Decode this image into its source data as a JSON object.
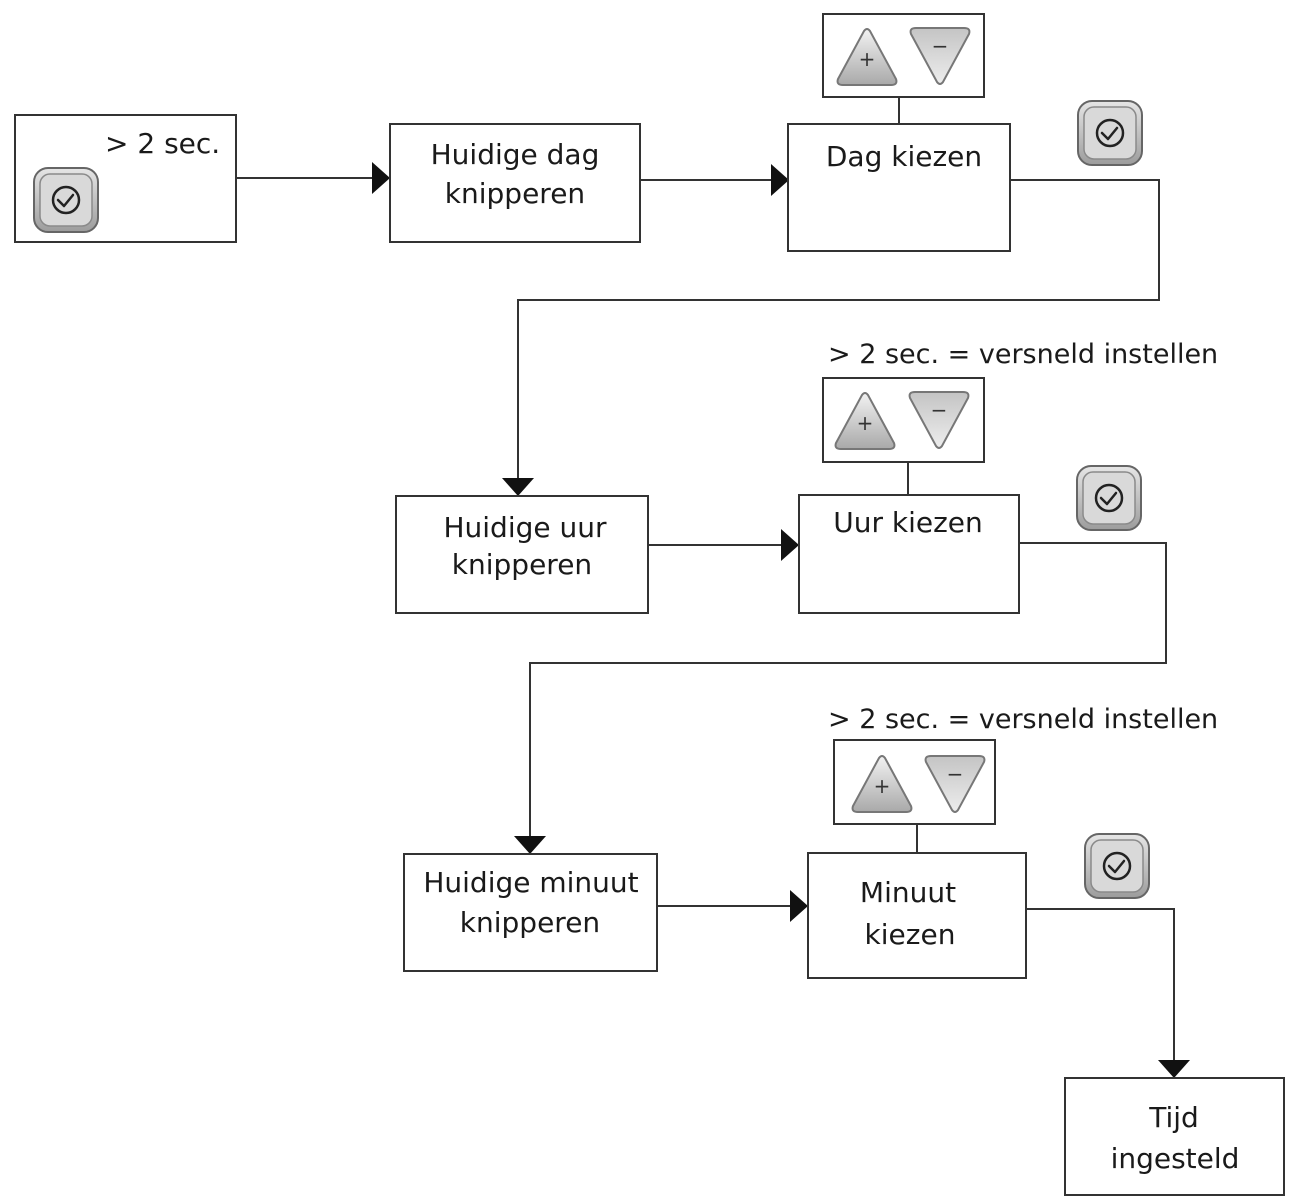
{
  "start": {
    "hold_label": "> 2 sec.",
    "button_icon": "clock-icon"
  },
  "steps": {
    "day_blink": [
      "Huidige dag",
      "knipperen"
    ],
    "day_select": [
      "Dag kiezen"
    ],
    "hour_blink": [
      "Huidige uur",
      "knipperen"
    ],
    "hour_select": [
      "Uur kiezen"
    ],
    "minute_blink": [
      "Huidige minuut",
      "knipperen"
    ],
    "minute_select": [
      "Minuut",
      "kiezen"
    ],
    "done": [
      "Tijd",
      "ingesteld"
    ]
  },
  "notes": {
    "hour_fast": "> 2 sec. = versneld instellen",
    "minute_fast": "> 2 sec. = versneld instellen"
  },
  "buttons": {
    "plus_symbol": "+",
    "minus_symbol": "−",
    "plus_icon": "plus-triangle-icon",
    "minus_icon": "minus-triangle-icon",
    "confirm_icon": "clock-icon"
  }
}
